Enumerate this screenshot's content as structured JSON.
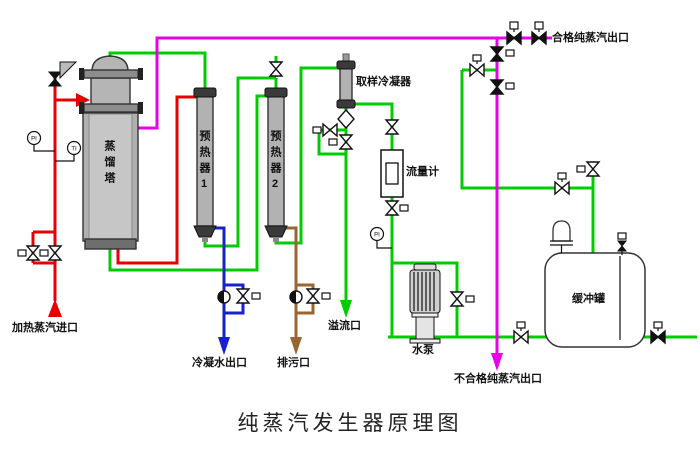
{
  "title": "纯蒸汽发生器原理图",
  "colors": {
    "steam-red": "#e60000",
    "pure-green": "#00cc00",
    "product-magenta": "#e800e8",
    "condensate-blue": "#1822cc",
    "blowdown-brown": "#996633"
  },
  "equipment": {
    "tower": "蒸馏塔",
    "preheater1": "预热器1",
    "preheater2": "预热器2",
    "sampling_condenser": "取样冷凝器",
    "flow_meter": "流量计",
    "water_pump": "水泵",
    "buffer_tank": "缓冲罐"
  },
  "ports": {
    "heating_steam_inlet": "加热蒸汽进口",
    "condensate_outlet": "冷凝水出口",
    "blowdown_outlet": "排污口",
    "overflow_outlet": "溢流口",
    "qualified_steam_outlet": "合格纯蒸汽出口",
    "unqualified_steam_outlet": "不合格纯蒸汽出口"
  },
  "instruments": {
    "pi1": "PI",
    "ti1": "TI",
    "pi2": "PI"
  }
}
